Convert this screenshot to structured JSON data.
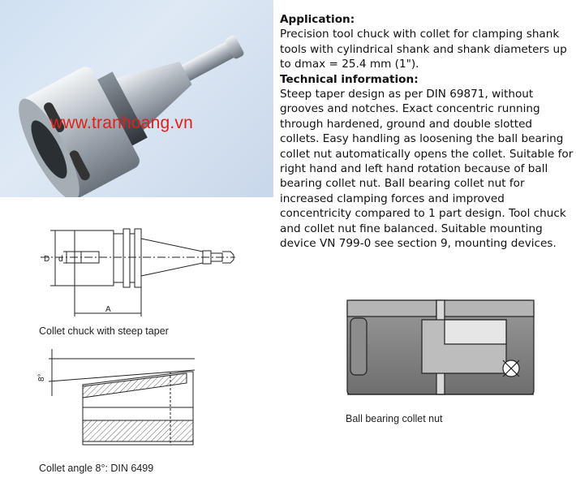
{
  "watermark": "www.tranhoang.vn",
  "application": {
    "heading": "Application:",
    "text": "Precision tool chuck with collet for clamping shank tools with cylindrical shank and shank diameters up to dmax = 25.4 mm (1\")."
  },
  "technical": {
    "heading": "Technical information:",
    "text": "Steep taper design as per DIN 69871, without grooves and notches. Exact concentric running through hardened, ground and double slotted collets. Easy handling as loosening the ball bearing collet nut automatically opens the collet. Suitable for right hand and left hand rotation because of ball bearing collet nut. Ball bearing collet nut for increased clamping forces and improved concentricity compared to 1 part design. Tool chuck and collet nut fine balanced. Suitable mounting device VN 799-0 see section 9, mounting devices."
  },
  "captions": {
    "collet_chuck": "Collet chuck with steep taper",
    "collet_angle": "Collet angle 8°: DIN 6499",
    "ball_bearing": "Ball bearing collet nut"
  },
  "dimension_labels": {
    "D": "D",
    "d": "d",
    "A": "A",
    "angle": "8°"
  }
}
